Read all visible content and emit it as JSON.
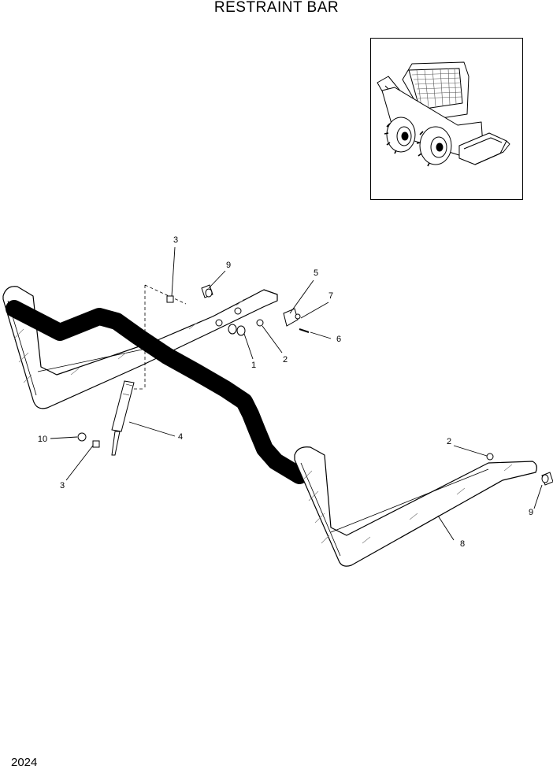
{
  "page": {
    "title": "RESTRAINT BAR",
    "page_number": "2024"
  },
  "callouts": [
    {
      "id": "c1",
      "label": "1"
    },
    {
      "id": "c2a",
      "label": "2"
    },
    {
      "id": "c2b",
      "label": "2"
    },
    {
      "id": "c3a",
      "label": "3"
    },
    {
      "id": "c3b",
      "label": "3"
    },
    {
      "id": "c4",
      "label": "4"
    },
    {
      "id": "c5",
      "label": "5"
    },
    {
      "id": "c6",
      "label": "6"
    },
    {
      "id": "c7",
      "label": "7"
    },
    {
      "id": "c8",
      "label": "8"
    },
    {
      "id": "c9a",
      "label": "9"
    },
    {
      "id": "c9b",
      "label": "9"
    },
    {
      "id": "c10",
      "label": "10"
    }
  ],
  "icons": {
    "inset": "skid-steer-loader-icon"
  }
}
